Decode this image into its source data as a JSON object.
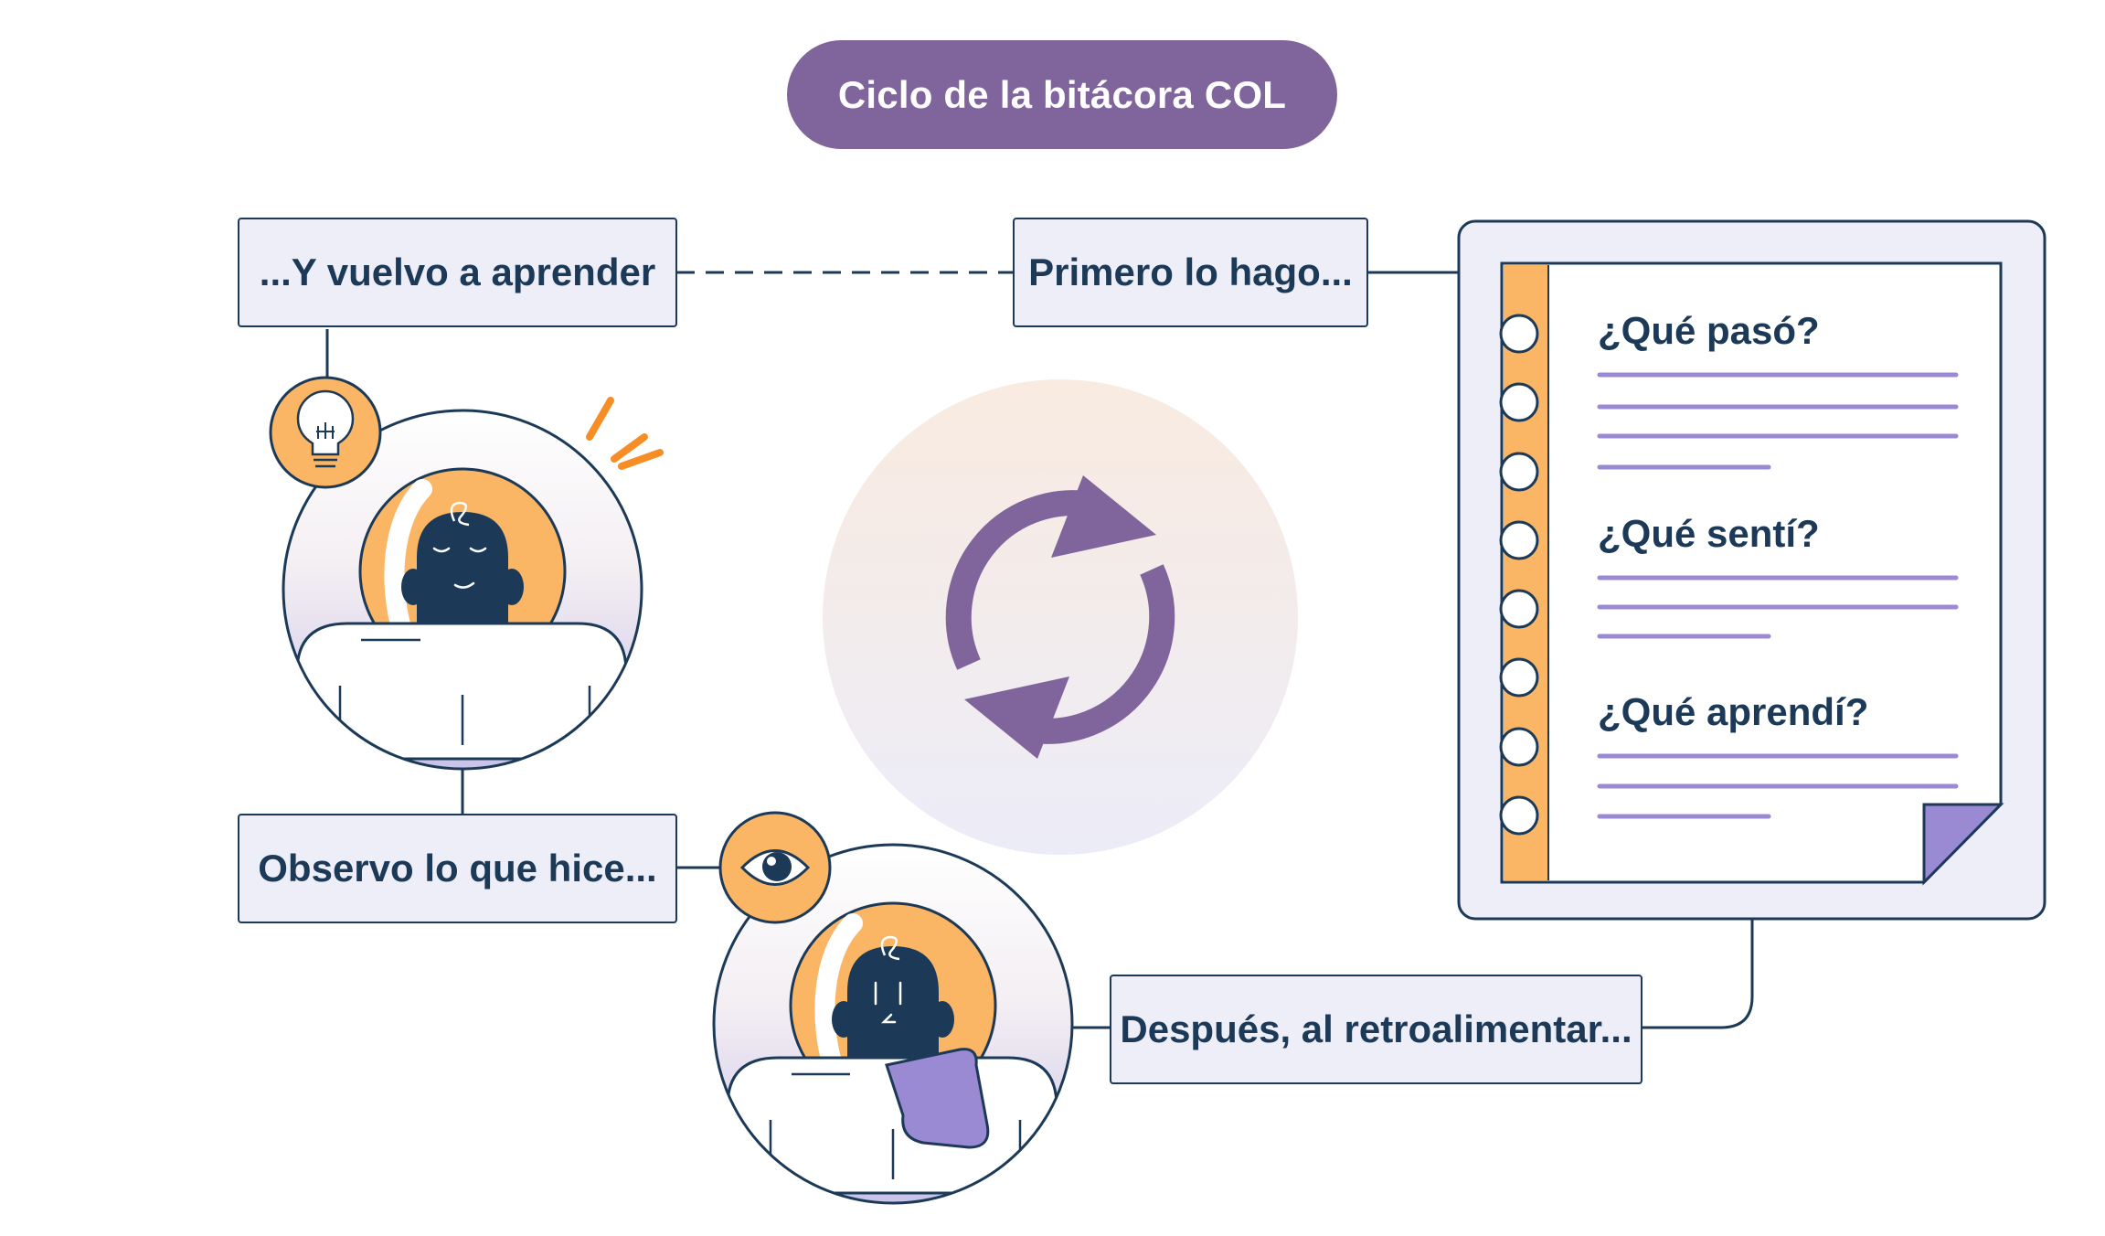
{
  "title": "Ciclo de la bitácora COL",
  "steps": {
    "learn_again": "...Y vuelvo a aprender",
    "first_do": "Primero lo hago...",
    "observe": "Observo lo que hice...",
    "feedback": "Después, al retroalimentar..."
  },
  "journal": {
    "questions": [
      "¿Qué pasó?",
      "¿Qué sentí?",
      "¿Qué aprendí?"
    ]
  },
  "icons": {
    "cycle": "refresh-cycle-icon",
    "idea": "lightbulb-icon",
    "observe": "eye-icon"
  },
  "colors": {
    "navy": "#1c3a57",
    "purple": "#80649c",
    "lavender": "#9a8ad3",
    "orange": "#fbb665",
    "box_fill": "#eeeef9"
  }
}
